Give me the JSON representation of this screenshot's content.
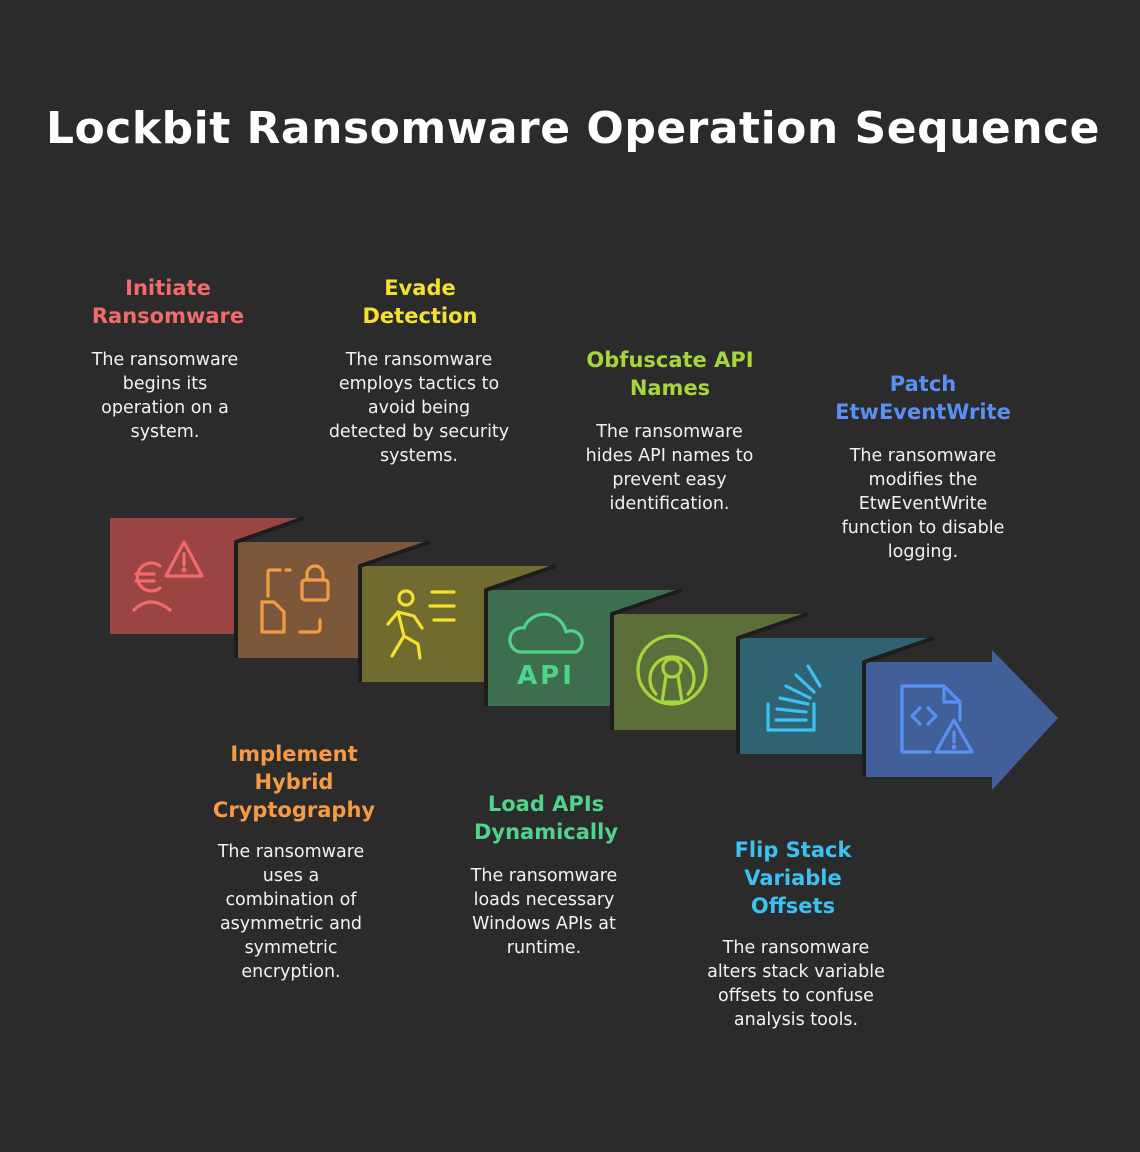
{
  "title": "Lockbit Ransomware Operation Sequence",
  "steps": [
    {
      "label": "Initiate Ransomware",
      "description": "The ransomware begins its operation on a system.",
      "color": "#f26b6b",
      "panel_color": "#9b4444",
      "icon": "euro-warning-icon"
    },
    {
      "label": "Implement Hybrid Cryptography",
      "description": "The ransomware uses a combination of asymmetric and symmetric encryption.",
      "color": "#f59a45",
      "panel_color": "#7d573a",
      "icon": "file-lock-icon"
    },
    {
      "label": "Evade Detection",
      "description": "The ransomware employs tactics to avoid being detected by security systems.",
      "color": "#f5e02e",
      "panel_color": "#706c30",
      "icon": "running-person-icon"
    },
    {
      "label": "Load APIs Dynamically",
      "description": "The ransomware loads necessary Windows APIs at runtime.",
      "color": "#4fd48a",
      "panel_color": "#3d6e4e",
      "icon": "cloud-api-icon"
    },
    {
      "label": "Obfuscate API Names",
      "description": "The ransomware hides API names to prevent easy identification.",
      "color": "#a6d63b",
      "panel_color": "#5c6e3a",
      "icon": "keyhole-icon"
    },
    {
      "label": "Flip Stack Variable Offsets",
      "description": "The ransomware alters stack variable offsets to confuse analysis tools.",
      "color": "#3cc2f2",
      "panel_color": "#2f6273",
      "icon": "stack-overflow-icon"
    },
    {
      "label": "Patch EtwEventWrite",
      "description": "The ransomware modifies the EtwEventWrite function to disable logging.",
      "color": "#5a8ff5",
      "panel_color": "#41609a",
      "icon": "code-file-warning-icon"
    }
  ]
}
